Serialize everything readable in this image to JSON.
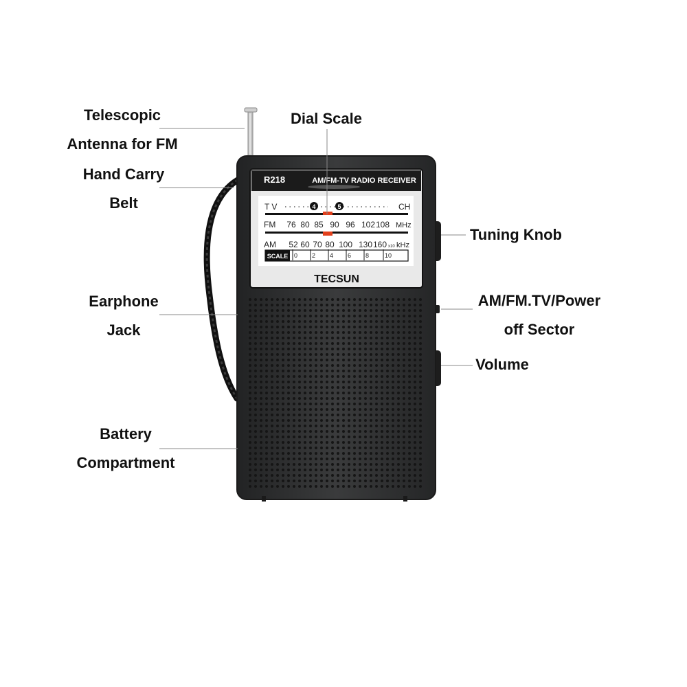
{
  "callouts": {
    "antenna": [
      "Telescopic",
      "Antenna for FM"
    ],
    "belt": [
      "Hand Carry",
      "Belt"
    ],
    "earphone": [
      "Earphone",
      "Jack"
    ],
    "battery": [
      "Battery",
      "Compartment"
    ],
    "dial": "Dial Scale",
    "tuning": "Tuning Knob",
    "mode": [
      "AM/FM.TV/Power",
      "off Sector"
    ],
    "volume": "Volume"
  },
  "radio": {
    "model": "R218",
    "subtitle": "AM/FM-TV RADIO RECEIVER",
    "brand": "TECSUN",
    "tv_label": "TV",
    "ch_label": "CH",
    "tv_channels": [
      "4",
      "5"
    ],
    "fm_label": "FM",
    "fm_ticks": [
      "76",
      "80",
      "85",
      "90",
      "96",
      "102",
      "108"
    ],
    "fm_unit": "MHz",
    "am_label": "AM",
    "am_ticks": [
      "52",
      "60",
      "70",
      "80",
      "100",
      "130",
      "160"
    ],
    "am_unit_prefix": "x10",
    "am_unit": "kHz",
    "scale_label": "SCALE",
    "scale_ticks": [
      "0",
      "2",
      "4",
      "6",
      "8",
      "10"
    ]
  },
  "colors": {
    "body": "#2f3031",
    "panel": "#ffffff",
    "pointer": "#e2401c",
    "speaker_hole": "#151515"
  }
}
